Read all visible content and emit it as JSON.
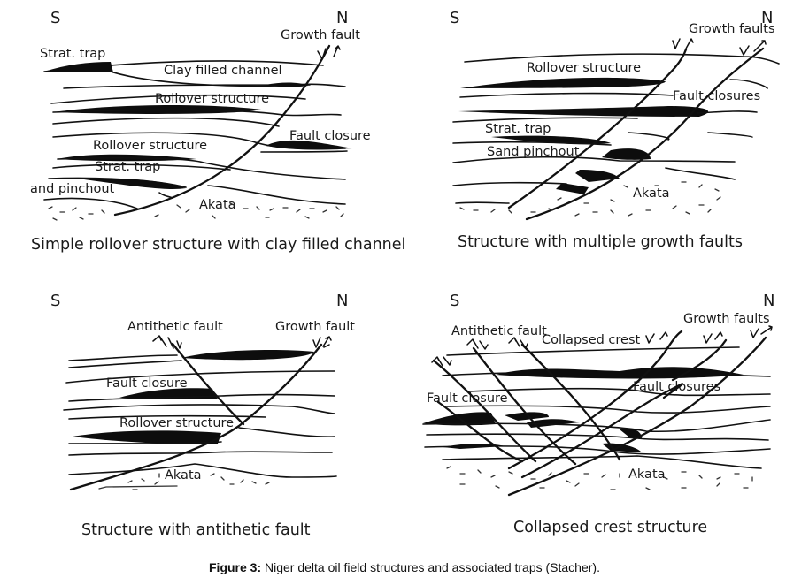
{
  "figure": {
    "caption_label": "Figure 3:",
    "caption_text": " Niger delta oil field structures and associated traps (Stacher)."
  },
  "panels": [
    {
      "title": "Simple rollover structure with clay filled channel",
      "south": "S",
      "north": "N",
      "labels": {
        "growth_fault": "Growth fault",
        "strat_trap_top": "Strat. trap",
        "clay_channel": "Clay filled channel",
        "rollover_upper": "Rollover structure",
        "fault_closure": "Fault closure",
        "rollover_lower": "Rollover structure",
        "strat_trap_lower": "Strat. trap",
        "pinchout": "and pinchout",
        "akata": "Akata"
      }
    },
    {
      "title": "Structure with multiple growth faults",
      "south": "S",
      "north": "N",
      "labels": {
        "growth_faults": "Growth faults",
        "rollover": "Rollover structure",
        "fault_closures": "Fault closures",
        "strat_trap": "Strat. trap",
        "sand_pinchout": "Sand pinchout",
        "akata": "Akata"
      }
    },
    {
      "title": "Structure with antithetic fault",
      "south": "S",
      "north": "N",
      "labels": {
        "antithetic_fault": "Antithetic fault",
        "growth_fault": "Growth fault",
        "fault_closure": "Fault closure",
        "rollover": "Rollover structure",
        "akata": "Akata"
      }
    },
    {
      "title": "Collapsed crest structure",
      "south": "S",
      "north": "N",
      "labels": {
        "antithetic_fault": "Antithetic fault",
        "collapsed_crest": "Collapsed crest",
        "growth_faults": "Growth faults",
        "fault_closures": "Fault closures",
        "fault_closure": "Fault closure",
        "akata": "Akata"
      }
    }
  ]
}
